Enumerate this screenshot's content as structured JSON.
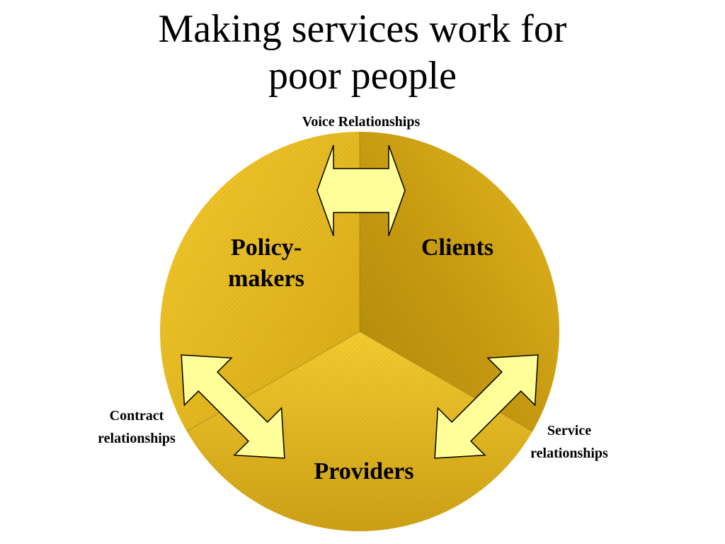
{
  "title": {
    "line1": "Making services work for",
    "line2": "poor people"
  },
  "relationships": {
    "voice": "Voice Relationships",
    "contract_line1": "Contract",
    "contract_line2": "relationships",
    "service_line1": "Service",
    "service_line2": "relationships"
  },
  "segments": {
    "policy_line1": "Policy-",
    "policy_line2": "makers",
    "clients": "Clients",
    "providers": "Providers"
  },
  "colors": {
    "circle_gold": "#e0b21a",
    "circle_dark": "#b8900f",
    "circle_light": "#f2c833",
    "arrow_fill": "#ffff99",
    "arrow_stroke": "#000000"
  }
}
